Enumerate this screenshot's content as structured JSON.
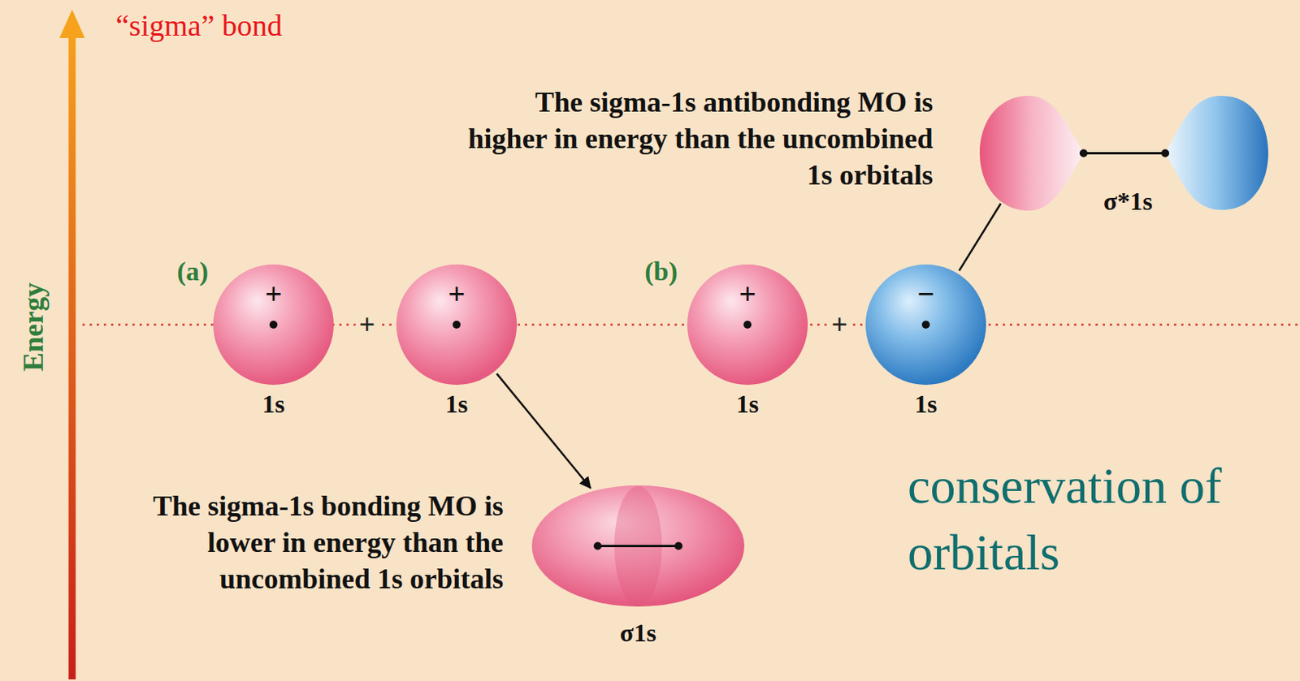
{
  "diagram": {
    "title": "“sigma” bond",
    "nodes": [
      {
        "text": [
          "σ*1s"
        ]
      },
      {
        "text": [
          "+",
          "1s"
        ]
      },
      {
        "text": [
          "+",
          "1s"
        ]
      },
      {
        "text": [
          "+",
          "1s"
        ]
      },
      {
        "text": [
          "−",
          "1s"
        ]
      },
      {
        "text": [
          "σ1s"
        ]
      }
    ],
    "edges": [
      {
        "from": 2,
        "to": 5,
        "arrow": "to"
      },
      {
        "from": 4,
        "to": 0,
        "arrow": "none"
      }
    ],
    "labels": [
      "Energy",
      "The sigma-1s antibonding MO is higher in energy than the uncombined 1s orbitals",
      "(a)",
      "+",
      "(b)",
      "+",
      "The sigma-1s bonding MO is lower in energy than the uncombined 1s orbitals",
      "conservation of orbitals"
    ]
  }
}
